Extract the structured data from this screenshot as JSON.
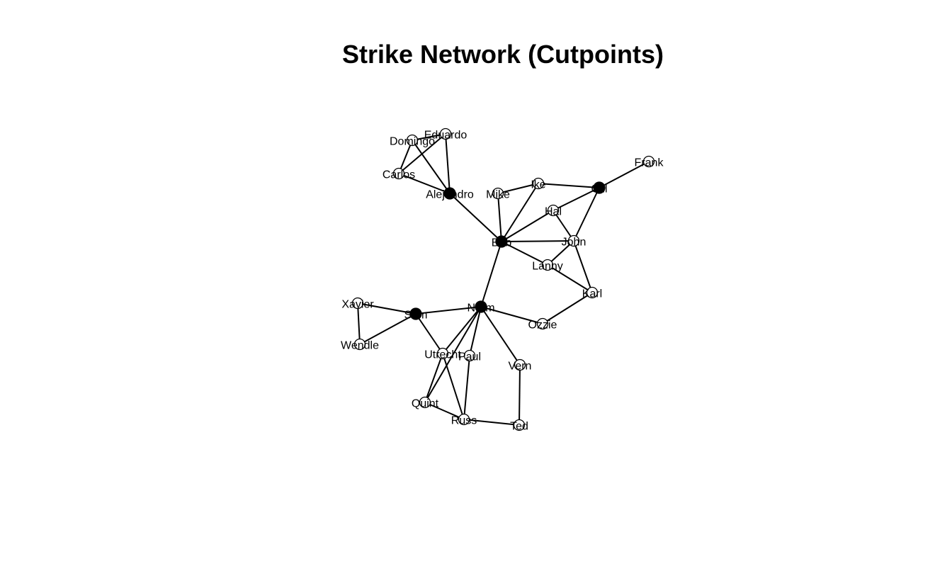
{
  "title": "Strike Network (Cutpoints)",
  "node_fill": {
    "cutpoint": "#000000",
    "regular": "#ffffff"
  },
  "nodes": [
    {
      "id": "Alejandro",
      "label": "Alejandro",
      "cutpoint": true
    },
    {
      "id": "Bob",
      "label": "Bob",
      "cutpoint": true
    },
    {
      "id": "Carlos",
      "label": "Carlos",
      "cutpoint": false
    },
    {
      "id": "Domingo",
      "label": "Domingo",
      "cutpoint": false
    },
    {
      "id": "Eduardo",
      "label": "Eduardo",
      "cutpoint": false
    },
    {
      "id": "Frank",
      "label": "Frank",
      "cutpoint": false
    },
    {
      "id": "Gill",
      "label": "Gill",
      "cutpoint": true
    },
    {
      "id": "Hal",
      "label": "Hal",
      "cutpoint": false
    },
    {
      "id": "Ike",
      "label": "Ike",
      "cutpoint": false
    },
    {
      "id": "John",
      "label": "John",
      "cutpoint": false
    },
    {
      "id": "Karl",
      "label": "Karl",
      "cutpoint": false
    },
    {
      "id": "Lanny",
      "label": "Lanny",
      "cutpoint": false
    },
    {
      "id": "Mike",
      "label": "Mike",
      "cutpoint": false
    },
    {
      "id": "Norm",
      "label": "Norm",
      "cutpoint": true
    },
    {
      "id": "Ozzie",
      "label": "Ozzie",
      "cutpoint": false
    },
    {
      "id": "Paul",
      "label": "Paul",
      "cutpoint": false
    },
    {
      "id": "Quint",
      "label": "Quint",
      "cutpoint": false
    },
    {
      "id": "Russ",
      "label": "Russ",
      "cutpoint": false
    },
    {
      "id": "Sam",
      "label": "Sam",
      "cutpoint": true
    },
    {
      "id": "Ted",
      "label": "Ted",
      "cutpoint": false
    },
    {
      "id": "Utrecht",
      "label": "Utrecht",
      "cutpoint": false
    },
    {
      "id": "Vern",
      "label": "Vern",
      "cutpoint": false
    },
    {
      "id": "Wendle",
      "label": "Wendle",
      "cutpoint": false
    },
    {
      "id": "Xavier",
      "label": "Xavier",
      "cutpoint": false
    }
  ],
  "edges": [
    [
      "Alejandro",
      "Bob"
    ],
    [
      "Alejandro",
      "Carlos"
    ],
    [
      "Alejandro",
      "Domingo"
    ],
    [
      "Alejandro",
      "Eduardo"
    ],
    [
      "Carlos",
      "Domingo"
    ],
    [
      "Carlos",
      "Eduardo"
    ],
    [
      "Domingo",
      "Eduardo"
    ],
    [
      "Bob",
      "Mike"
    ],
    [
      "Bob",
      "Ike"
    ],
    [
      "Bob",
      "Hal"
    ],
    [
      "Bob",
      "John"
    ],
    [
      "Bob",
      "Lanny"
    ],
    [
      "Bob",
      "Norm"
    ],
    [
      "Mike",
      "Ike"
    ],
    [
      "Ike",
      "Gill"
    ],
    [
      "Gill",
      "Frank"
    ],
    [
      "Gill",
      "Hal"
    ],
    [
      "Gill",
      "John"
    ],
    [
      "Hal",
      "John"
    ],
    [
      "John",
      "Lanny"
    ],
    [
      "John",
      "Karl"
    ],
    [
      "Lanny",
      "Karl"
    ],
    [
      "Karl",
      "Ozzie"
    ],
    [
      "Norm",
      "Ozzie"
    ],
    [
      "Norm",
      "Sam"
    ],
    [
      "Norm",
      "Utrecht"
    ],
    [
      "Norm",
      "Paul"
    ],
    [
      "Norm",
      "Vern"
    ],
    [
      "Norm",
      "Quint"
    ],
    [
      "Sam",
      "Xavier"
    ],
    [
      "Sam",
      "Wendle"
    ],
    [
      "Sam",
      "Utrecht"
    ],
    [
      "Xavier",
      "Wendle"
    ],
    [
      "Utrecht",
      "Quint"
    ],
    [
      "Utrecht",
      "Russ"
    ],
    [
      "Paul",
      "Russ"
    ],
    [
      "Quint",
      "Russ"
    ],
    [
      "Russ",
      "Ted"
    ],
    [
      "Vern",
      "Ted"
    ]
  ]
}
